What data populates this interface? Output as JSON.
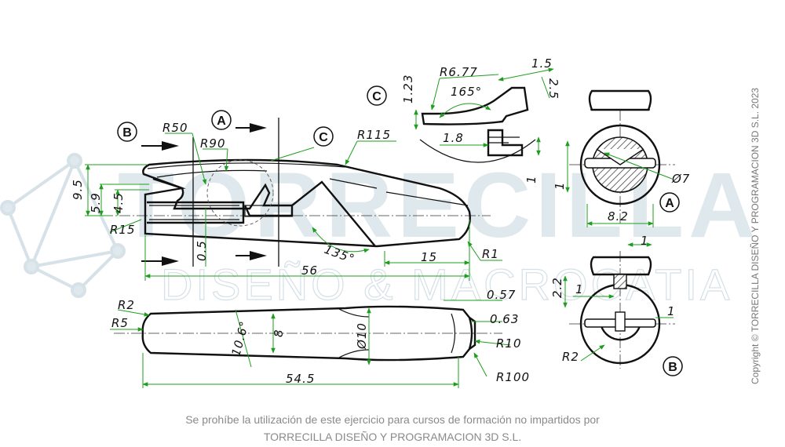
{
  "watermark": {
    "brand_big": "TORRECILLA",
    "brand_sub": "DISEÑO & MACROCATIA"
  },
  "copyright": "Copyright © TORRECILLA DISEÑO Y PROGRAMACION 3D S.L. 2023",
  "footer": {
    "line1": "Se prohíbe la utilización de este ejercicio para cursos de formación no impartidos por",
    "line2": "TORRECILLA DISEÑO Y PROGRAMACION 3D S.L."
  },
  "views": {
    "A": "A",
    "B": "B",
    "C": "C"
  },
  "dimensions": {
    "r50": "R50",
    "r90": "R90",
    "r115": "R115",
    "r15": "R15",
    "r1": "R1",
    "d95": "9.5",
    "d59": "5.9",
    "d45": "4.5",
    "d05": "0.5",
    "d56": "56",
    "d15": "15",
    "ang135": "135°",
    "r677": "R6.77",
    "ang165": "165°",
    "c15": "1.5",
    "c25": "2.5",
    "c123": "1.23",
    "c18": "1.8",
    "c1": "1",
    "dia7": "Ø7",
    "a1": "1",
    "a82": "8.2",
    "b1top": "1",
    "b22": "2.2",
    "b1left": "1",
    "b1right": "1",
    "br2": "R2",
    "r2": "R2",
    "r5": "R5",
    "ang106": "10.6°",
    "d8": "8",
    "dia10": "Ø10",
    "d057": "0.57",
    "d063": "0.63",
    "r10": "R10",
    "r100": "R100",
    "d545": "54.5"
  }
}
